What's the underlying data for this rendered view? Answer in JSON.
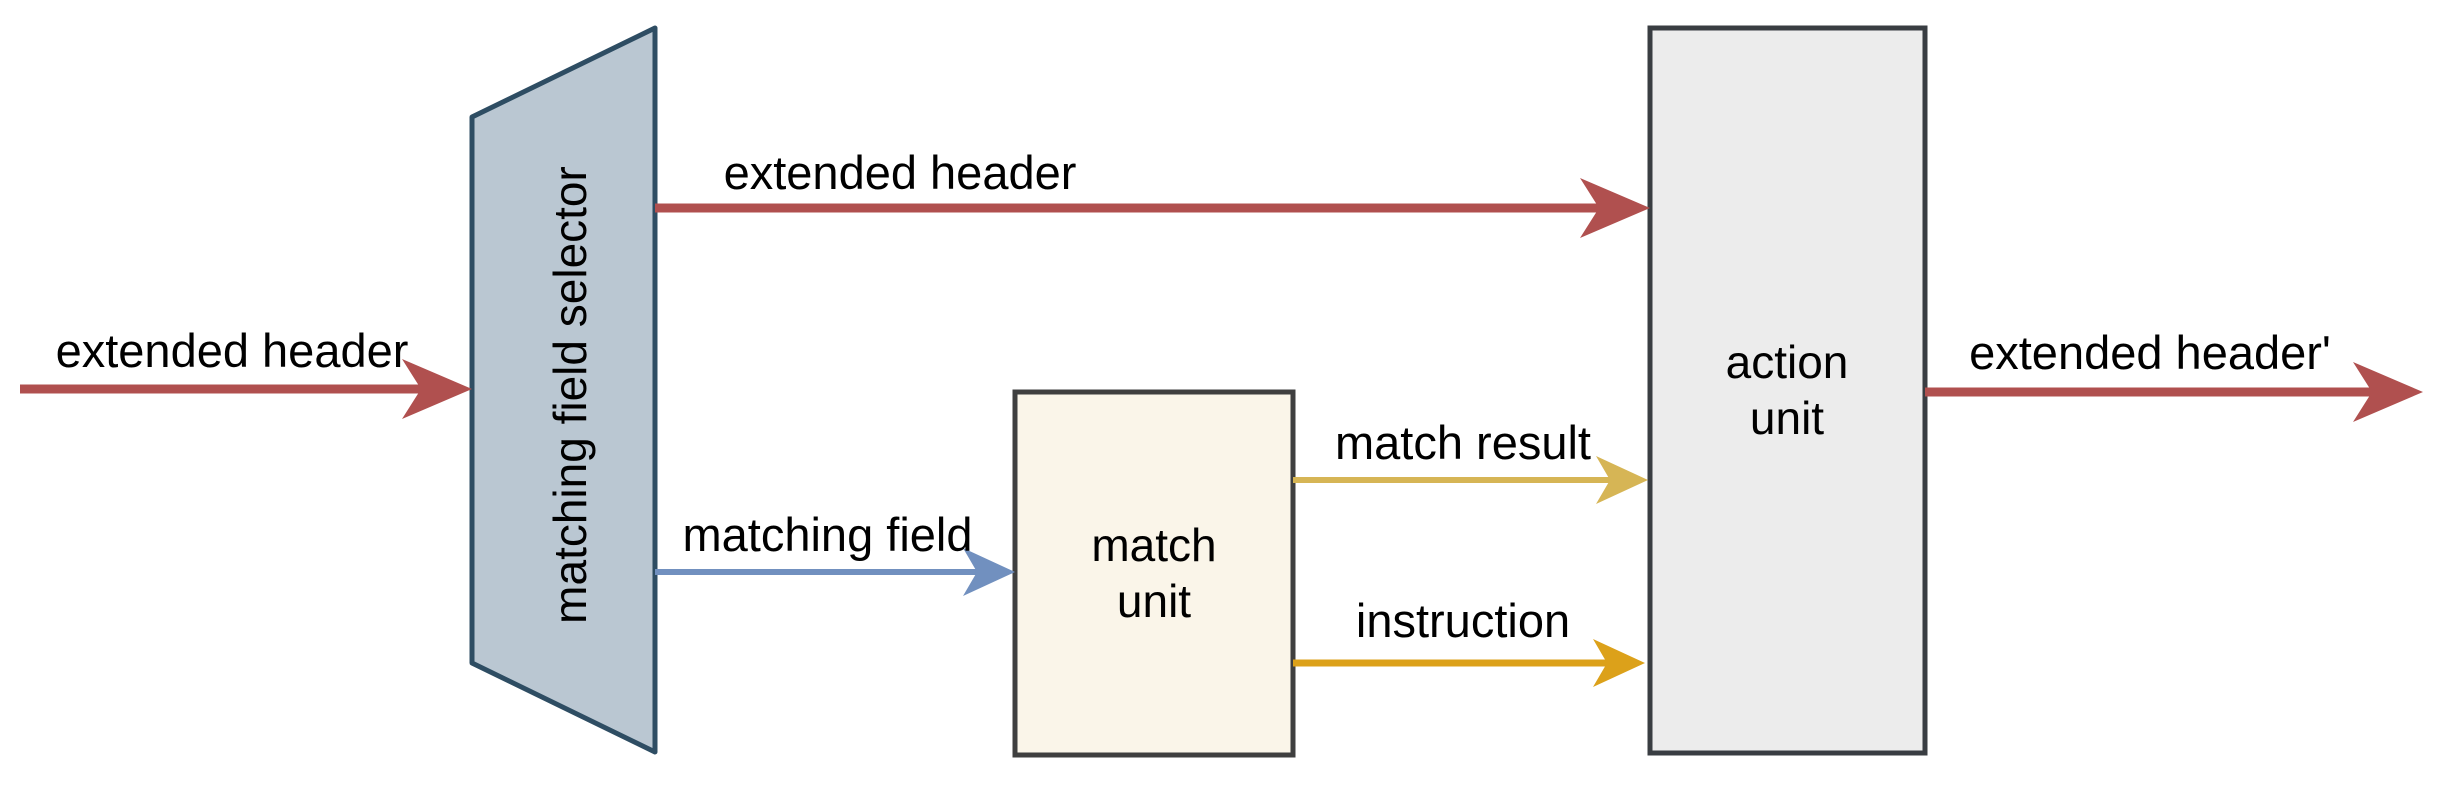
{
  "diagram": {
    "background_color": "#ffffff",
    "text_color": "#000000",
    "nodes": {
      "selector": {
        "label": "matching field selector",
        "fill": "#bac7d2",
        "border": "#2e4d63",
        "shape": "trapezoid"
      },
      "match_unit": {
        "label": "match\nunit",
        "fill": "#faf5e9",
        "border": "#3f3f3f",
        "shape": "rectangle"
      },
      "action_unit": {
        "label": "action\nunit",
        "fill": "#ececec",
        "border": "#393d42",
        "shape": "rectangle"
      }
    },
    "edges": {
      "input": {
        "label": "extended header",
        "color": "#b0504f",
        "from": "left margin",
        "to": "selector"
      },
      "extended_header_top": {
        "label": "extended header",
        "color": "#b0504f",
        "from": "selector",
        "to": "action_unit"
      },
      "matching_field": {
        "label": "matching field",
        "color": "#7190bf",
        "from": "selector",
        "to": "match_unit"
      },
      "match_result": {
        "label": "match result",
        "color": "#d6b555",
        "from": "match_unit",
        "to": "action_unit"
      },
      "instruction": {
        "label": "instruction",
        "color": "#dca11a",
        "from": "match_unit",
        "to": "action_unit"
      },
      "output": {
        "label": "extended header'",
        "color": "#b0504f",
        "from": "action_unit",
        "to": "right margin"
      }
    }
  }
}
